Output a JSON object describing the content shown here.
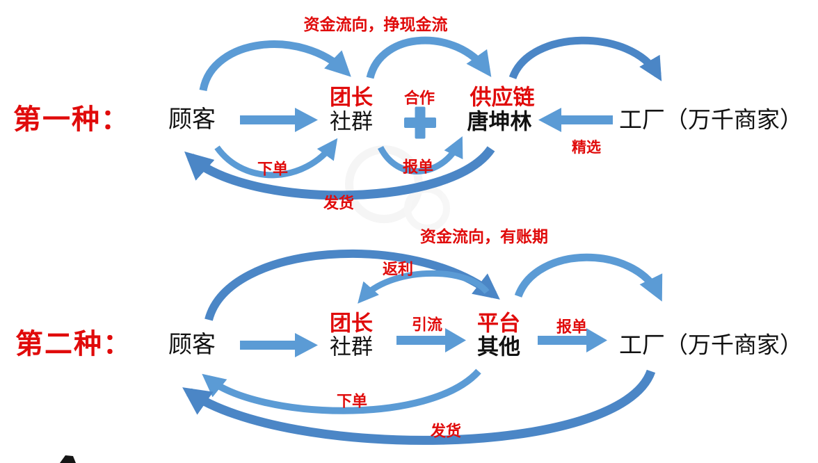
{
  "colors": {
    "arrow_blue": "#5B9BD5",
    "arrow_dark": "#4B86C6",
    "label_red": "#E00B0B",
    "text_black": "#111111"
  },
  "row1": {
    "section_label": "第一种：",
    "customer": "顾客",
    "leader_top": "团长",
    "leader_bottom": "社群",
    "plus_label": "合作",
    "supply_top": "供应链",
    "supply_bottom": "唐坤林",
    "factory": "工厂（万千商家）",
    "money_flow": "资金流向，挣现金流",
    "curated": "精选",
    "place_order": "下单",
    "report_order": "报单",
    "ship": "发货"
  },
  "row2": {
    "section_label": "第二种：",
    "customer": "顾客",
    "leader_top": "团长",
    "leader_bottom": "社群",
    "divert": "引流",
    "platform_top": "平台",
    "platform_bottom": "其他",
    "report_order": "报单",
    "factory": "工厂（万千商家）",
    "money_flow": "资金流向，有账期",
    "rebate": "返利",
    "place_order": "下单",
    "ship": "发货"
  }
}
